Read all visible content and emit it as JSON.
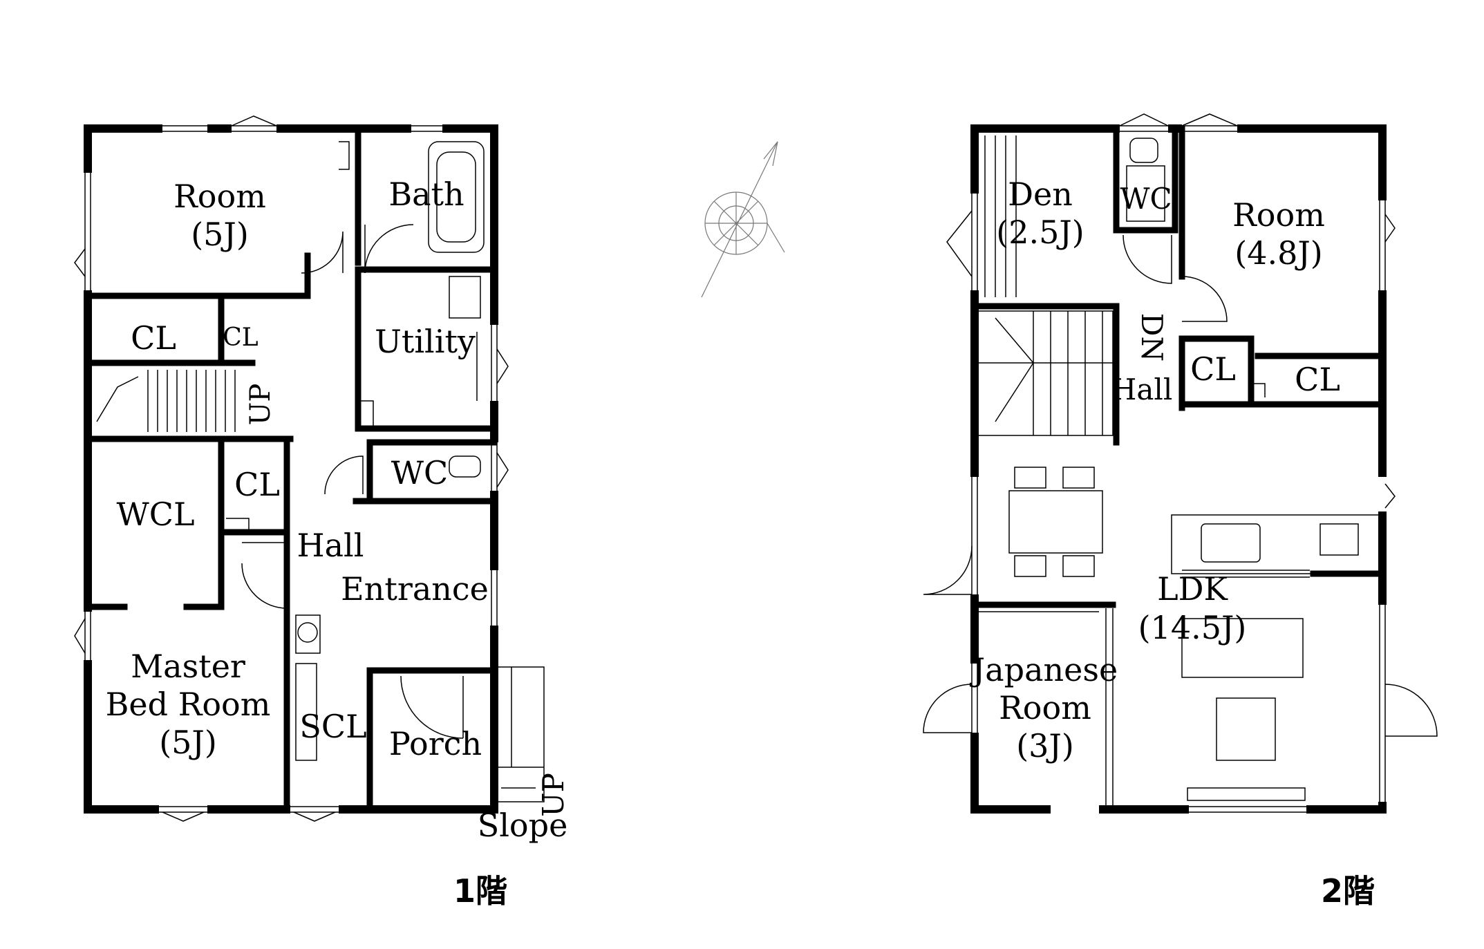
{
  "floor1": {
    "floor_label": "1階",
    "rooms": {
      "room": {
        "name": "Room",
        "size": "(5J)"
      },
      "bath": {
        "name": "Bath"
      },
      "cl_top": {
        "name": "CL"
      },
      "cl_small": {
        "name": "CL"
      },
      "up_stair": {
        "name": "UP"
      },
      "utility": {
        "name": "Utility"
      },
      "wcl": {
        "name": "WCL"
      },
      "cl_mid": {
        "name": "CL"
      },
      "wc": {
        "name": "WC"
      },
      "hall": {
        "name": "Hall"
      },
      "entrance": {
        "name": "Entrance"
      },
      "master": {
        "line1": "Master",
        "line2": "Bed Room",
        "size": "(5J)"
      },
      "scl": {
        "name": "SCL"
      },
      "porch": {
        "name": "Porch"
      },
      "up_slope": {
        "name": "UP"
      },
      "slope": {
        "name": "Slope"
      }
    }
  },
  "floor2": {
    "floor_label": "2階",
    "rooms": {
      "den": {
        "name": "Den",
        "size": "(2.5J)"
      },
      "wc": {
        "name": "WC"
      },
      "room": {
        "name": "Room",
        "size": "(4.8J)"
      },
      "dn_stair": {
        "name": "DN"
      },
      "hall": {
        "name": "Hall"
      },
      "cl_a": {
        "name": "CL"
      },
      "cl_b": {
        "name": "CL"
      },
      "ldk": {
        "name": "LDK",
        "size": "(14.5J)"
      },
      "japanese": {
        "line1": "Japanese",
        "line2": "Room",
        "size": "(3J)"
      }
    }
  },
  "compass": {
    "icon": "compass-rose-icon"
  }
}
